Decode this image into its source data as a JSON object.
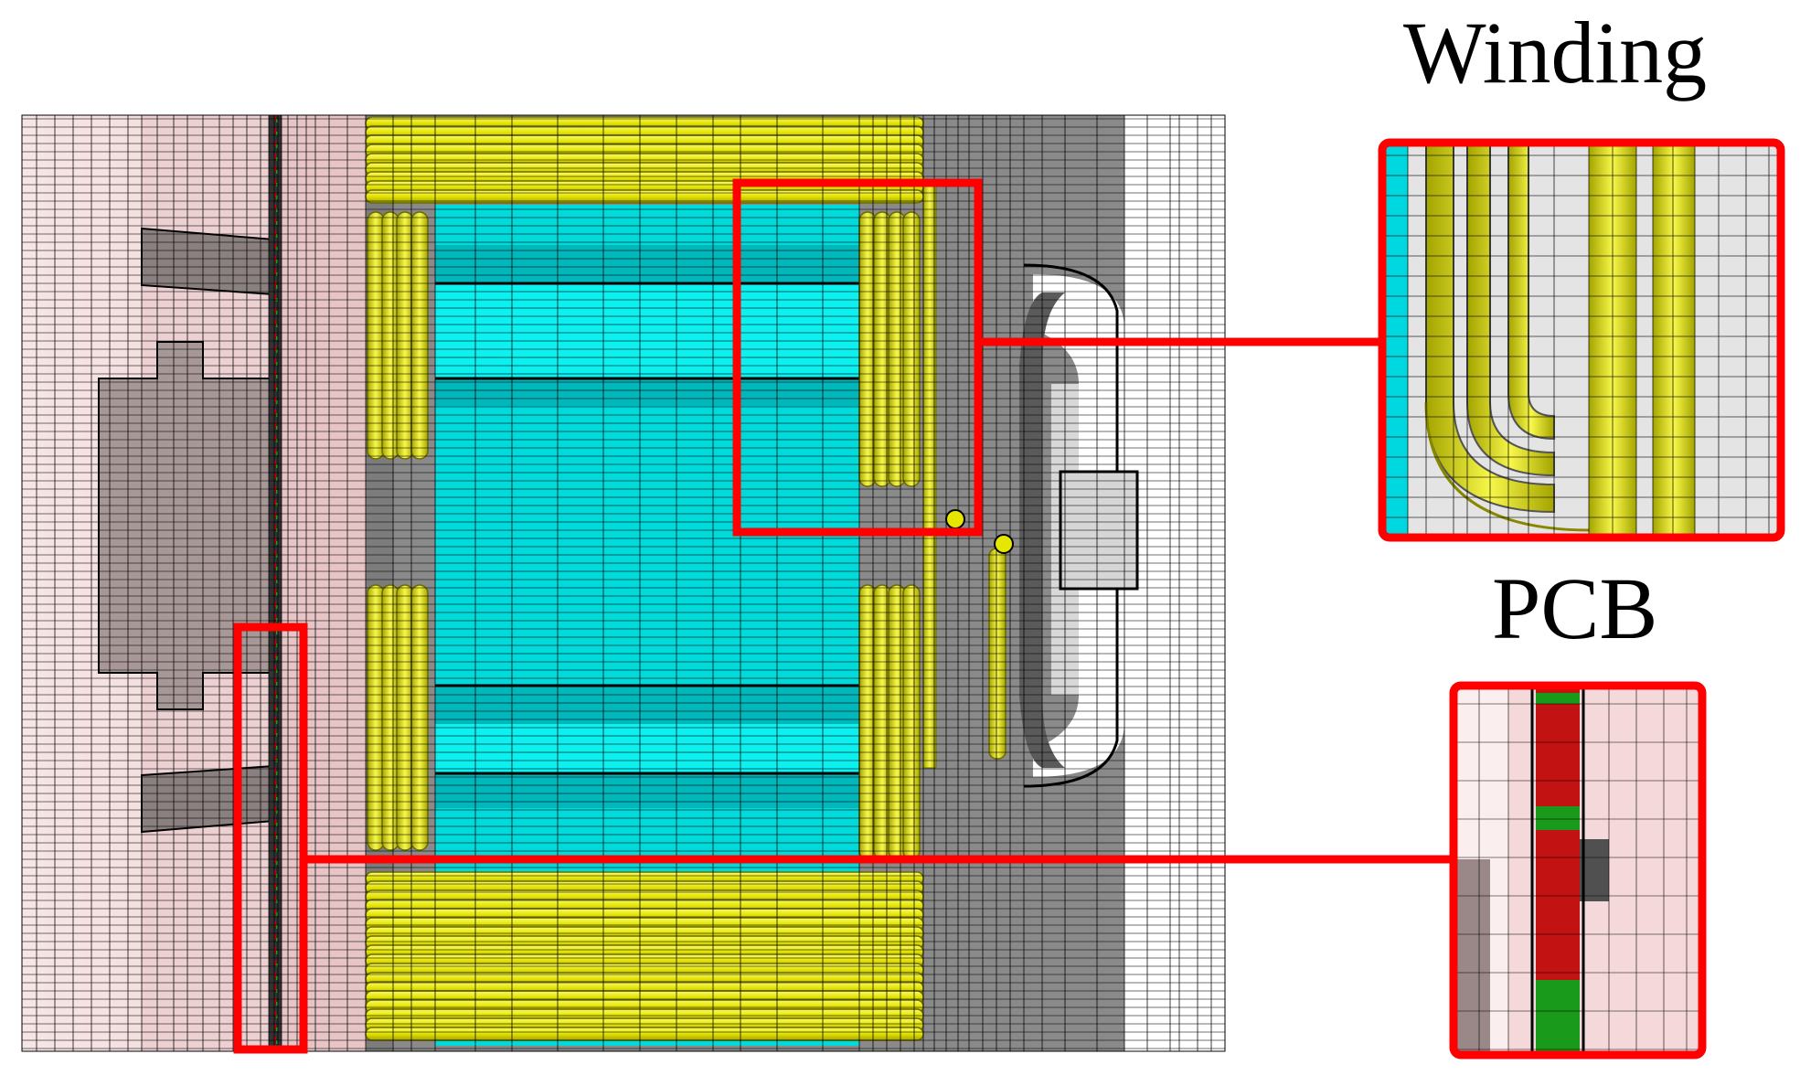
{
  "labels": {
    "winding": "Winding",
    "pcb": "PCB"
  },
  "colors": {
    "background": "#ffffff",
    "pcb_pink": "#f3d6d8",
    "core_gray": "#8f8a8a",
    "winding_yellow": "#e6e600",
    "winding_yellow_dark": "#a8a800",
    "ferrite_cyan": "#00e5e5",
    "ferrite_cyan_dark": "#00a8b0",
    "housing_gray": "#6f6f6f",
    "highlight_red": "#ff0000",
    "pcb_copper_red": "#d01010",
    "pcb_green": "#1a9a1a",
    "mesh_line": "#000000"
  },
  "icons": {
    "winding_zoom": "winding-detail-zoom",
    "pcb_zoom": "pcb-detail-zoom"
  }
}
